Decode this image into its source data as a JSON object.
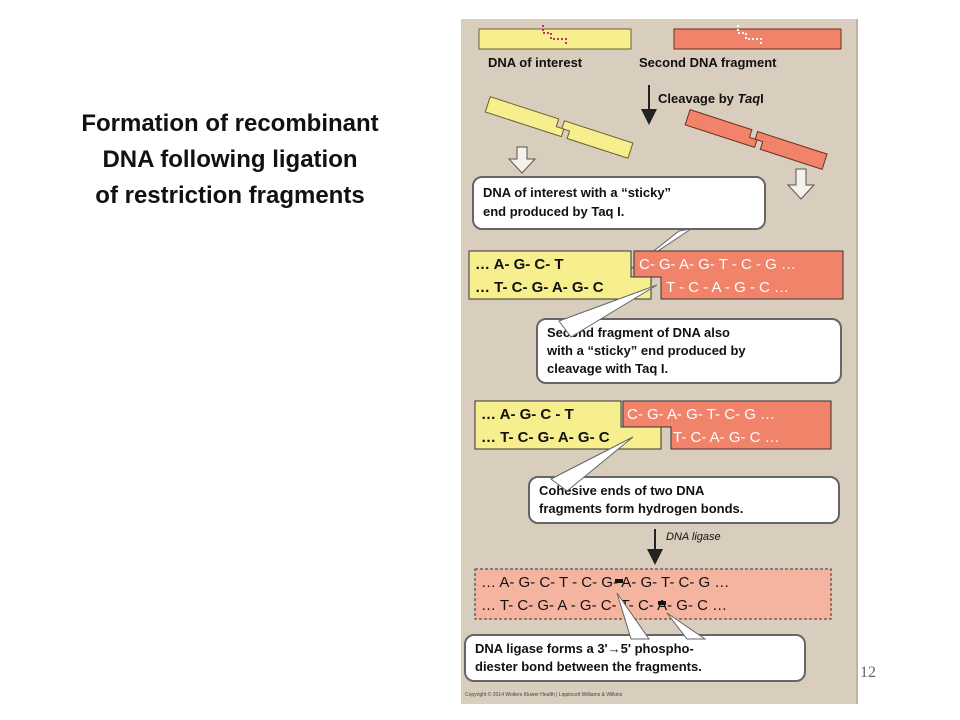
{
  "title_lines": [
    "Formation of recombinant",
    "DNA following ligation",
    "of restriction fragments"
  ],
  "page_number": "12",
  "labels": {
    "dna_of_interest": "DNA of interest",
    "second_fragment": "Second DNA fragment",
    "cleavage_text": "Cleavage by ",
    "cleavage_enzyme": "Taq",
    "cleavage_suffix": "I",
    "dna_ligase_arrow": "DNA ligase"
  },
  "callouts": {
    "sticky1": [
      "DNA of interest with a “sticky”",
      "end produced by Taq I."
    ],
    "sticky2": [
      "Second fragment of DNA also",
      "with a “sticky” end produced by",
      "cleavage with Taq I."
    ],
    "cohesive": [
      "Cohesive ends of two DNA",
      "fragments form hydrogen bonds."
    ],
    "ligase": [
      "DNA ligase forms a 3'→5' phospho-",
      "diester bond between the fragments."
    ]
  },
  "sequences": {
    "stage1": {
      "yellow_top": "… A- G- C- T",
      "yellow_bottom": "… T- C- G- A- G- C",
      "red_top": "C- G- A- G- T - C - G …",
      "red_bottom": "T - C - A - G - C …"
    },
    "stage2": {
      "yellow_top": "… A- G- C - T",
      "yellow_bottom": "… T- C- G- A- G- C",
      "red_top": "C- G- A- G- T- C- G …",
      "red_bottom": "T- C- A- G- C …"
    },
    "stage3": {
      "top": "… A- G- C- T - C- G- A- G- T- C- G …",
      "bottom": "… T- C- G- A - G- C- T- C- A- G- C …"
    }
  },
  "copyright": "Copyright © 2014 Wolters Kluwer Health | Lippincott Williams & Wilkins",
  "colors": {
    "background": "#d9cdbd",
    "yellow": "#f7ef8e",
    "salmon": "#f0836a",
    "pink": "#f4b4a0",
    "text": "#111111"
  }
}
